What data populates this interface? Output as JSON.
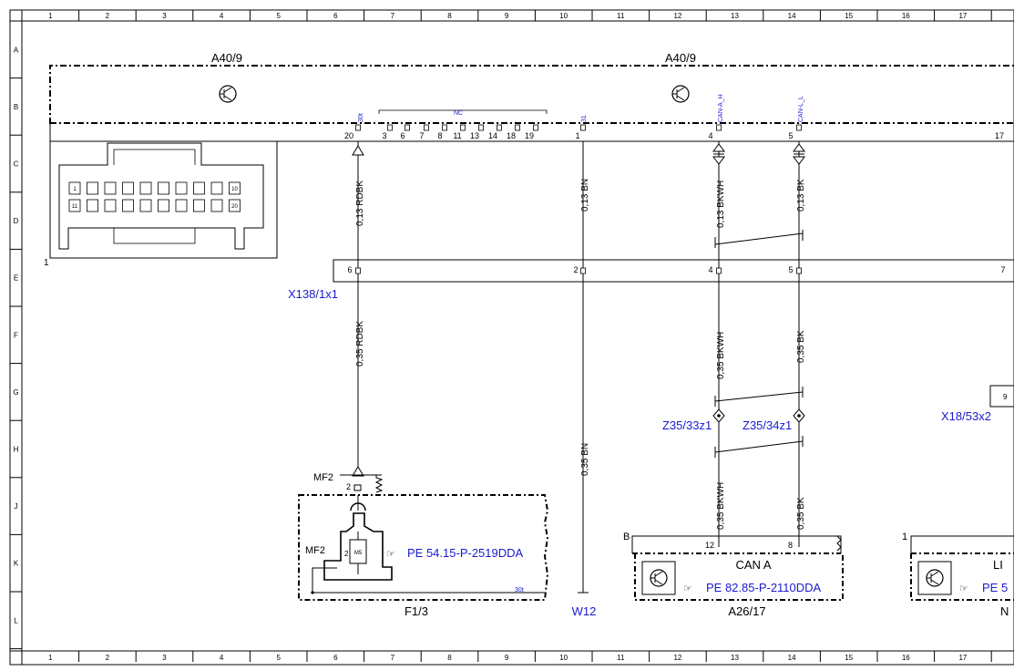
{
  "ruler": {
    "columns": [
      "1",
      "2",
      "3",
      "4",
      "5",
      "6",
      "7",
      "8",
      "9",
      "10",
      "11",
      "12",
      "13",
      "14",
      "15",
      "16",
      "17"
    ],
    "rows": [
      "A",
      "B",
      "C",
      "D",
      "E",
      "F",
      "G",
      "H",
      "J",
      "K",
      "L"
    ]
  },
  "modules": {
    "a40_left": "A40/9",
    "a40_right": "A40/9",
    "connector_pins_top": [
      "20",
      "3",
      "6",
      "7",
      "8",
      "11",
      "13",
      "14",
      "18",
      "19",
      "1",
      "4",
      "5",
      "17"
    ],
    "pin_tag_30t": "30t",
    "pin_tag_nc": "NC",
    "pin_tag_31": "31",
    "pin_tag_can_h": "CAN-A_H",
    "pin_tag_can_l": "CAN-L_L",
    "connector_face_label": "1",
    "face_pin_1": "1",
    "face_pin_10": "10",
    "face_pin_11": "11",
    "face_pin_20": "20"
  },
  "wires": {
    "w1_top": "0,13 RDBK",
    "w2_top": "0,13 BN",
    "w3_top": "0,13 BKWH",
    "w4_top": "0,13 BK",
    "w1_mid": "0,35 RDBK",
    "w3_mid": "0,35 BKWH",
    "w4_mid": "0,35 BK",
    "w2_low": "0,35 BN",
    "w3_low": "0,35 BKWH",
    "w4_low": "0,35 BK"
  },
  "connector_x138": {
    "label": "X138/1x1",
    "pins": [
      "6",
      "2",
      "4",
      "5",
      "7"
    ]
  },
  "splices": {
    "z1": "Z35/33z1",
    "z2": "Z35/34z1",
    "x18": "X18/53x2",
    "x18_pin": "9"
  },
  "fuse": {
    "mf2_top": "MF2",
    "mf2_side": "MF2",
    "pin2": "2",
    "inner_pin2": "2",
    "inner_value": "M5",
    "ref": "PE 54.15-P-2519DDA",
    "pin_tag": "30t",
    "name": "F1/3"
  },
  "ground": {
    "name": "W12"
  },
  "can_module": {
    "b_label": "B",
    "pin12": "12",
    "pin8": "8",
    "title": "CAN A",
    "ref": "PE 82.85-P-2110DDA",
    "name": "A26/17"
  },
  "right_module": {
    "one_label": "1",
    "title_partial": "LI",
    "ref_partial": "PE 5",
    "name_partial": "N"
  },
  "colors": {
    "link_blue": "#1a1ad0",
    "line": "#000000"
  }
}
